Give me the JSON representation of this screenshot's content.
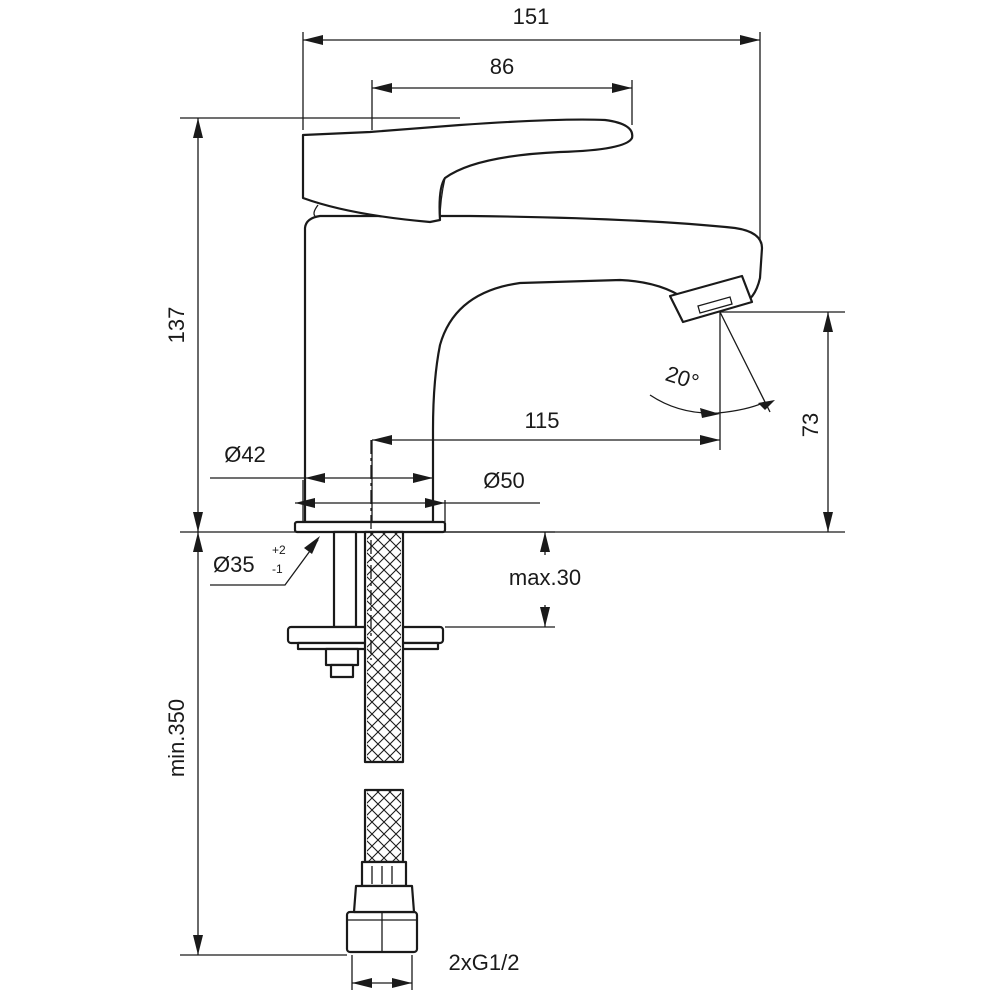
{
  "dimensions": {
    "overall_width": "151",
    "handle_width": "86",
    "height": "137",
    "spout_reach": "115",
    "spout_height": "73",
    "spout_angle": "20°",
    "body_diameter": "Ø42",
    "base_diameter": "Ø50",
    "hole_diameter": "Ø35",
    "hole_tol_upper": "+2",
    "hole_tol_lower": "-1",
    "max_thickness": "max.30",
    "min_hose_length": "min.350",
    "connection": "2xG1/2"
  }
}
